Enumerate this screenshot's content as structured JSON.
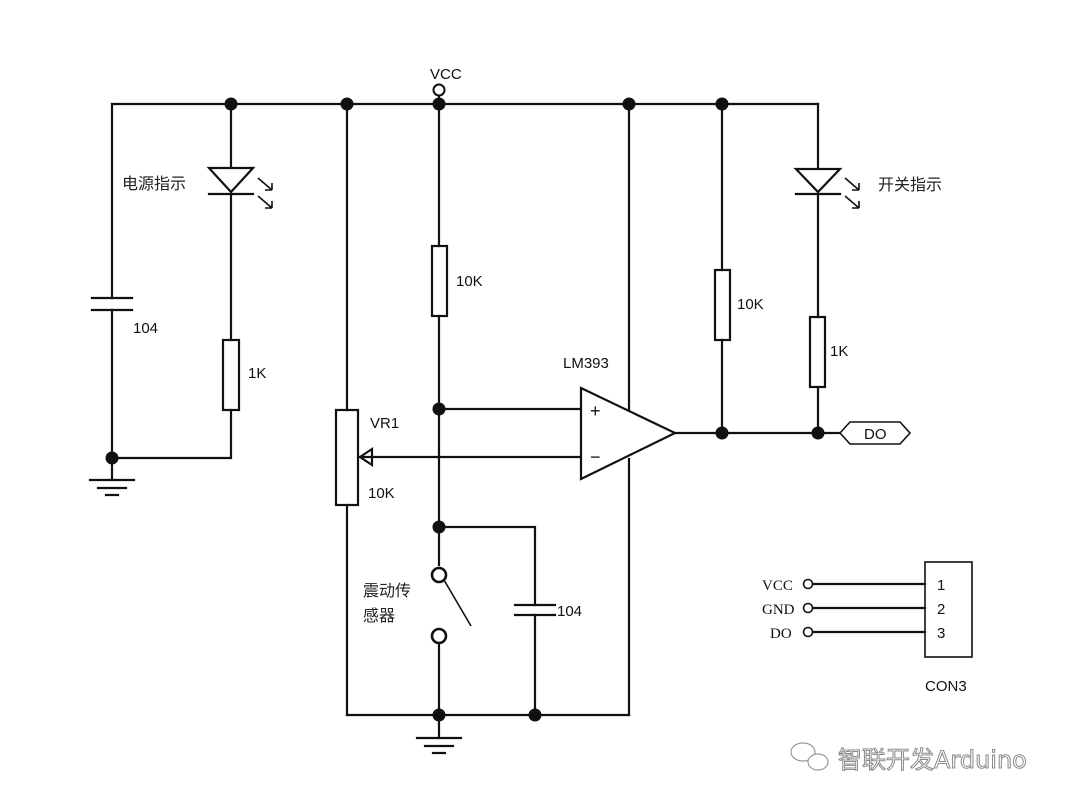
{
  "diagram": {
    "type": "circuit-schematic",
    "supply_label": "VCC",
    "components": {
      "power_led_label": "电源指示",
      "switch_led_label": "开关指示",
      "cap_left_value": "104",
      "res_left_value": "1K",
      "res_mid_value": "10K",
      "pot_name": "VR1",
      "pot_value": "10K",
      "comparator_name": "LM393",
      "comparator_plus": "+",
      "comparator_minus": "−",
      "res_pullup_value": "10K",
      "res_led_value": "1K",
      "output_port_label": "DO",
      "sensor_label_line1": "震动传",
      "sensor_label_line2": "感器",
      "cap_sensor_value": "104"
    },
    "connector": {
      "name": "CON3",
      "pins": [
        {
          "signal": "VCC",
          "number": "1"
        },
        {
          "signal": "GND",
          "number": "2"
        },
        {
          "signal": "DO",
          "number": "3"
        }
      ]
    },
    "watermark": "智联开发Arduino"
  }
}
